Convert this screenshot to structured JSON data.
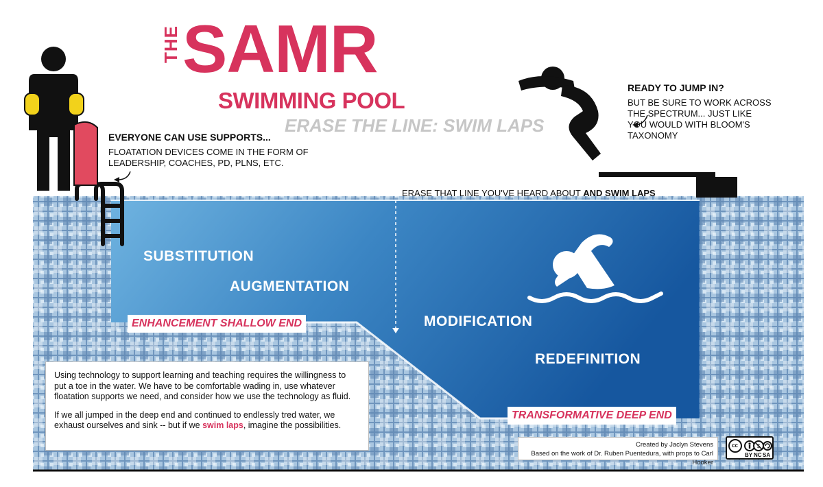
{
  "title": {
    "the": "THE",
    "main": "SAMR",
    "subtitle": "SWIMMING POOL",
    "tagline": "ERASE THE LINE: SWIM LAPS"
  },
  "supports": {
    "heading": "EVERYONE CAN USE SUPPORTS...",
    "body": "Floatation devices come in the form of leadership, coaches, PD, PLNs, etc."
  },
  "jump": {
    "heading": "READY TO JUMP IN?",
    "body": "BUT BE SURE TO WORK ACROSS THE SPECTRUM... JUST LIKE YOU WOULD WITH BLOOM'S TAXONOMY"
  },
  "erase_line": {
    "prefix": "ERASE THAT LINE YOU'VE HEARD ABOUT ",
    "bold": "AND SWIM LAPS"
  },
  "stages": {
    "substitution": "SUBSTITUTION",
    "augmentation": "AUGMENTATION",
    "modification": "MODIFICATION",
    "redefinition": "REDEFINITION"
  },
  "ends": {
    "shallow": "ENHANCEMENT SHALLOW END",
    "deep": "TRANSFORMATIVE DEEP END"
  },
  "info": {
    "paragraph1": "Using technology to  support learning and teaching requires the willingness to put a  toe in the water. We have to be comfortable wading in,  use whatever floatation supports we need, and consider how we use the technology as fluid.",
    "paragraph2_before": "If we all jumped in the deep end and continued to endlessly tred water, we exhaust ourselves and sink -- but if we ",
    "paragraph2_highlight": "swim laps",
    "paragraph2_after": ", imagine the possibilities."
  },
  "credits": {
    "line1": "Created by Jaclyn Stevens",
    "line2": "Based on the work of Dr. Ruben Puentedura, with props to Carl Hooker"
  },
  "license": {
    "cc": "cc",
    "labels": [
      "BY",
      "NC",
      "SA"
    ]
  },
  "icons": {
    "person": "standing-person-icon",
    "diver": "diving-person-icon",
    "swimmer": "swimmer-icon",
    "ladder": "pool-ladder-icon"
  },
  "colors": {
    "accent": "#d7335d",
    "water_light": "#5fa8d8",
    "water_deep": "#1a5fa8",
    "tile_bg": "#8fb3d3",
    "tagline_gray": "#c6c6c6"
  }
}
